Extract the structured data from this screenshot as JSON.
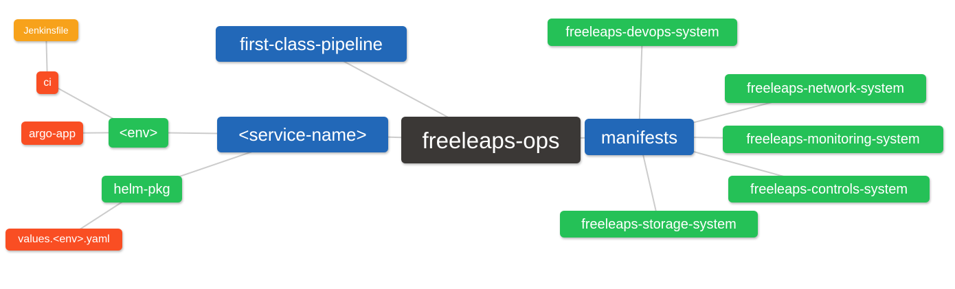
{
  "colors": {
    "root_node": "#3b3836",
    "level1_node": "#2268b8",
    "level2_node": "#25c157",
    "level3_node": "#f94e23",
    "level4_node": "#f7a21b",
    "edge": "#cccccc",
    "text": "#ffffff",
    "background": "#ffffff"
  },
  "nodes": {
    "freeleaps_ops": {
      "label": "freeleaps-ops"
    },
    "first_class": {
      "label": "first-class-pipeline"
    },
    "service_name": {
      "label": "<service-name>"
    },
    "manifests": {
      "label": "manifests"
    },
    "env": {
      "label": "<env>"
    },
    "helm_pkg": {
      "label": "helm-pkg"
    },
    "ci": {
      "label": "ci"
    },
    "argo_app": {
      "label": "argo-app"
    },
    "jenkinsfile": {
      "label": "Jenkinsfile"
    },
    "values_yaml": {
      "label": "values.<env>.yaml"
    },
    "devops_system": {
      "label": "freeleaps-devops-system"
    },
    "network_system": {
      "label": "freeleaps-network-system"
    },
    "monitoring_system": {
      "label": "freeleaps-monitoring-system"
    },
    "controls_system": {
      "label": "freeleaps-controls-system"
    },
    "storage_system": {
      "label": "freeleaps-storage-system"
    }
  },
  "edges": [
    {
      "from": "jenkinsfile",
      "to": "ci"
    },
    {
      "from": "ci",
      "to": "env"
    },
    {
      "from": "argo_app",
      "to": "env"
    },
    {
      "from": "env",
      "to": "service_name"
    },
    {
      "from": "helm_pkg",
      "to": "service_name"
    },
    {
      "from": "values_yaml",
      "to": "helm_pkg"
    },
    {
      "from": "first_class",
      "to": "freeleaps_ops"
    },
    {
      "from": "service_name",
      "to": "freeleaps_ops"
    },
    {
      "from": "freeleaps_ops",
      "to": "manifests"
    },
    {
      "from": "manifests",
      "to": "devops_system"
    },
    {
      "from": "manifests",
      "to": "network_system"
    },
    {
      "from": "manifests",
      "to": "monitoring_system"
    },
    {
      "from": "manifests",
      "to": "controls_system"
    },
    {
      "from": "manifests",
      "to": "storage_system"
    }
  ]
}
